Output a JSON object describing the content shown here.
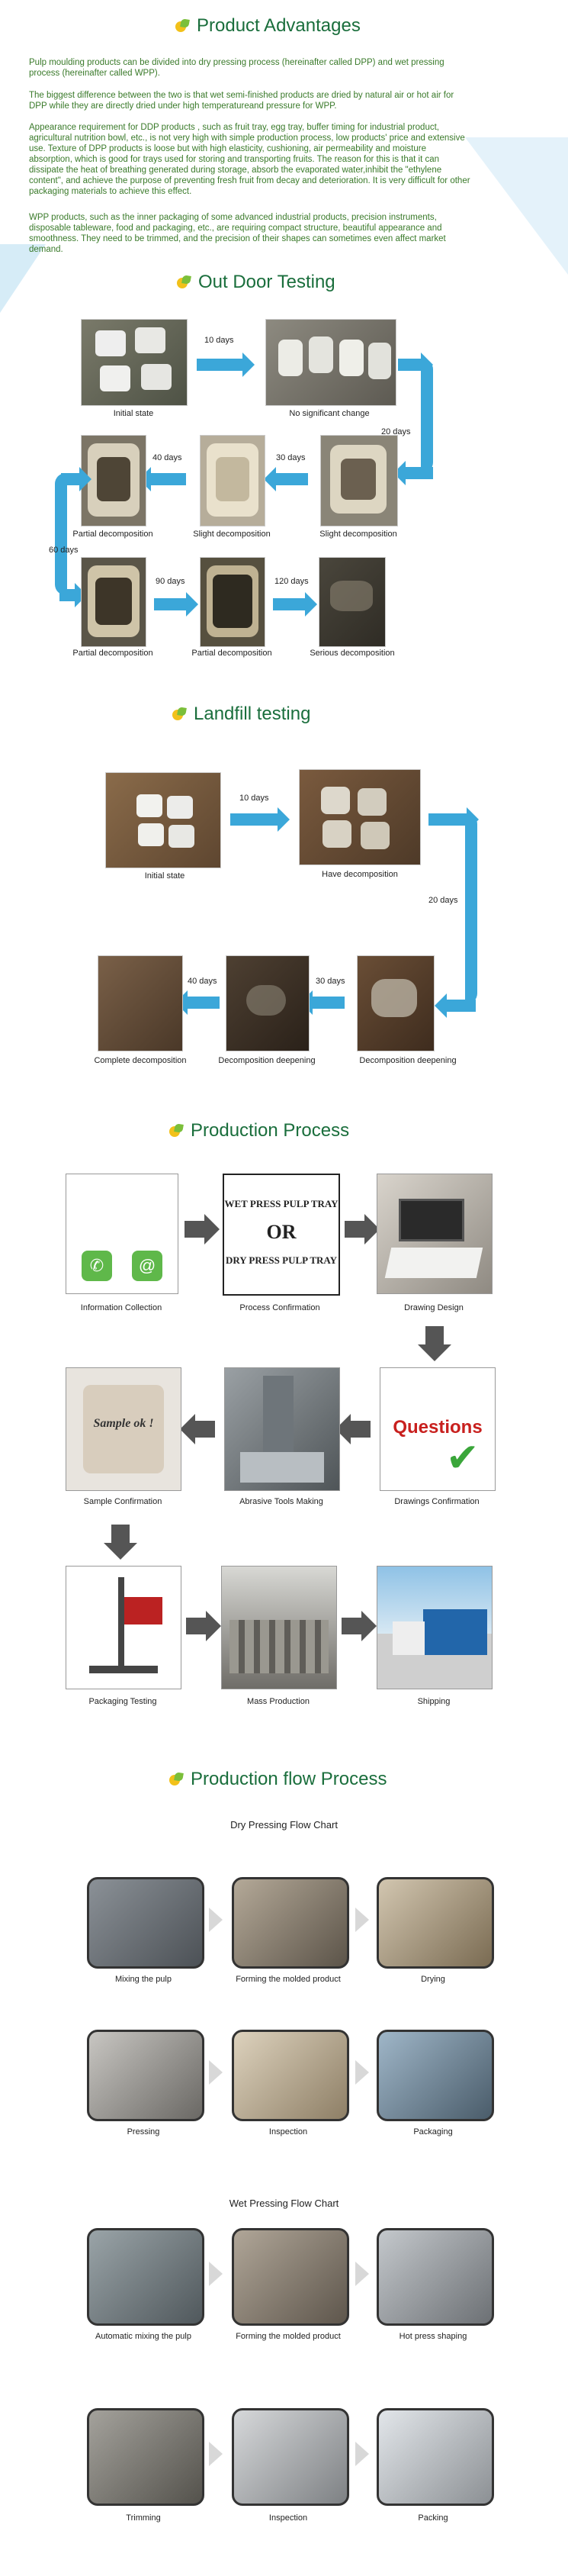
{
  "sections": {
    "advantages": {
      "title": "Product Advantages",
      "p1": "Pulp moulding products can be divided into dry pressing process (hereinafter called DPP) and wet pressing process (hereinafter called WPP).",
      "p2": "The biggest difference between the two is that wet semi-finished products are dried by natural air or hot air for DPP while they are directly dried under high temperatureand pressure for WPP.",
      "p3": "Appearance requirement for DDP products , such as fruit tray, egg tray, buffer timing for industrial product, agricultural nutrition bowl, etc., is not very high with simple production process, low products' price and extensive use. Texture of DPP products is loose but with high elasticity, cushioning, air permeability and moisture absorption, which is good for trays used for storing and transporting fruits. The reason for this is that it can dissipate the heat of breathing generated during storage, absorb the evaporated water,inhibit the \"ethylene content\", and achieve the purpose of preventing fresh fruit from decay and deterioration. It is very difficult for other packaging materials to achieve this effect.",
      "p4": "WPP products, such as the inner packaging of some advanced industrial products, precision instruments, disposable tableware, food and packaging, etc., are requiring compact structure, beautiful appearance and smoothness. They need to be trimmed, and the precision of their shapes can sometimes even affect market demand."
    },
    "outdoor": {
      "title": "Out Door Testing",
      "captions": [
        "Initial state",
        "No significant change",
        "Slight decomposition",
        "Slight decomposition",
        "Partial decomposition",
        "Partial decomposition",
        "Partial decomposition",
        "Serious decomposition"
      ],
      "days": [
        "10 days",
        "20 days",
        "30 days",
        "40 days",
        "60 days",
        "90 days",
        "120 days"
      ]
    },
    "landfill": {
      "title": "Landfill testing",
      "captions": [
        "Initial state",
        "Have decomposition",
        "Decomposition deepening",
        "Decomposition deepening",
        "Complete decomposition"
      ],
      "days": [
        "10 days",
        "20 days",
        "30 days",
        "40 days"
      ]
    },
    "process": {
      "title": "Production Process",
      "steps": [
        "Information Collection",
        "Process Confirmation",
        "Drawing Design",
        "Drawings Confirmation",
        "Abrasive Tools Making",
        "Sample Confirmation",
        "Packaging Testing",
        "Mass Production",
        "Shipping"
      ],
      "tray_text_1": "WET PRESS PULP TRAY",
      "tray_or": "OR",
      "tray_text_2": "DRY PRESS PULP TRAY",
      "questions": "Questions",
      "sample_ok": "Sample ok !"
    },
    "flow": {
      "title": "Production flow Process",
      "dry_title": "Dry Pressing Flow Chart",
      "dry_steps": [
        "Mixing the pulp",
        "Forming the molded product",
        "Drying",
        "Pressing",
        "Inspection",
        "Packaging"
      ],
      "wet_title": "Wet Pressing Flow Chart",
      "wet_steps": [
        "Automatic mixing the pulp",
        "Forming the molded product",
        "Hot press shaping",
        "Trimming",
        "Inspection",
        "Packing"
      ]
    }
  },
  "colors": {
    "title_green": "#1a6e3c",
    "text_green": "#3a7a2a",
    "arrow_blue": "#3ba7d9",
    "arrow_gray": "#555555"
  }
}
